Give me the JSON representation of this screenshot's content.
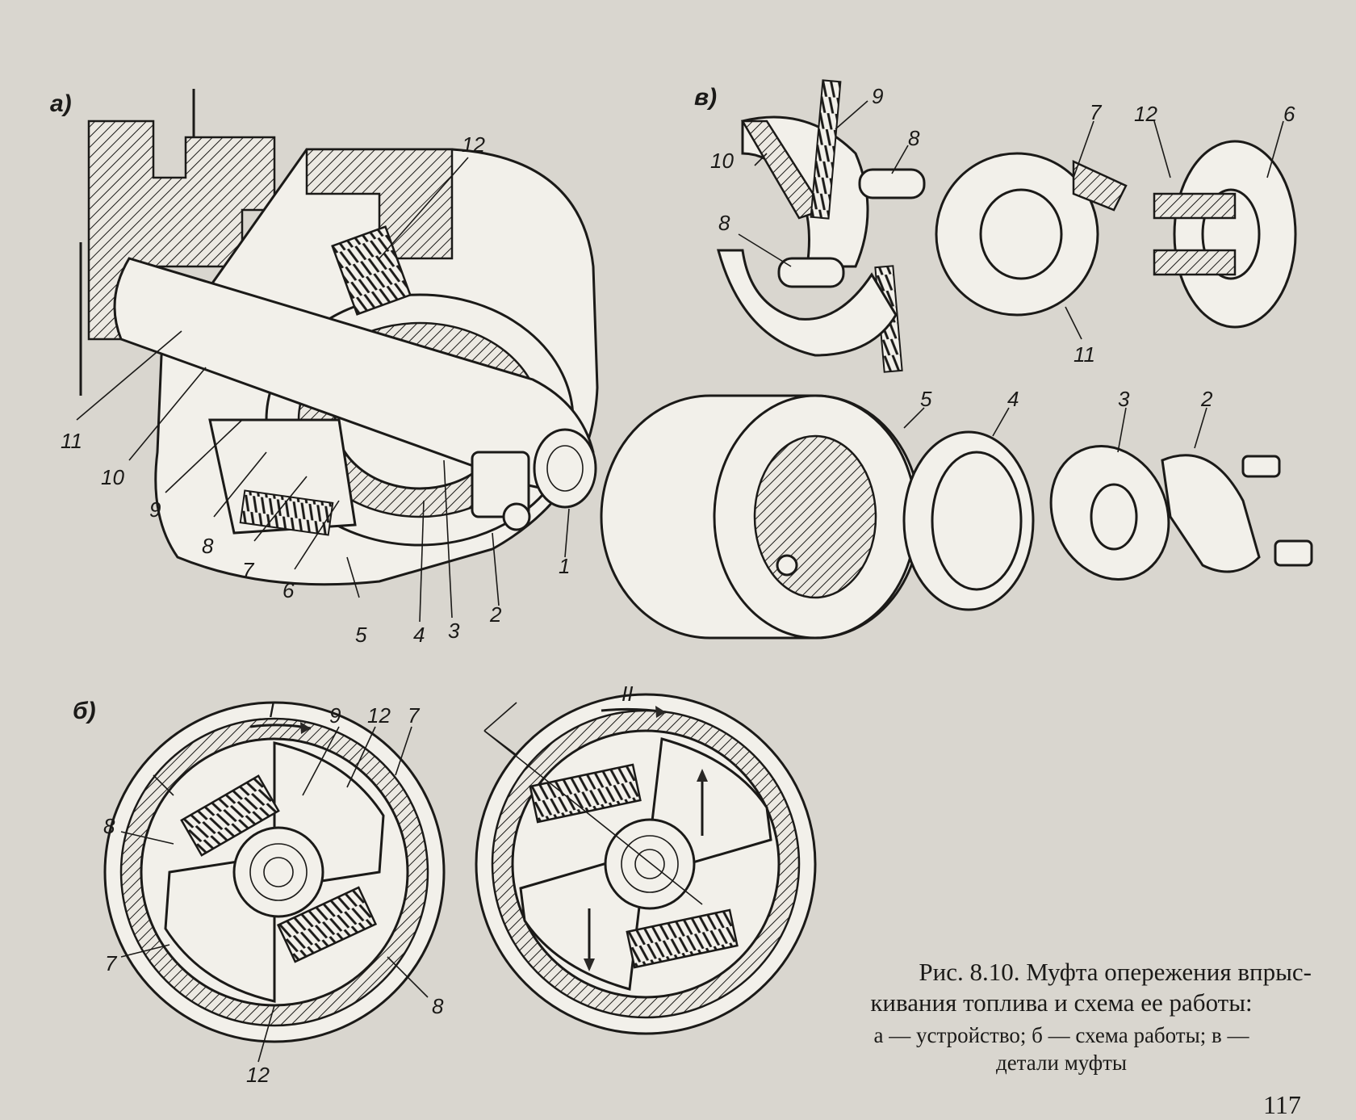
{
  "panels": {
    "a": "а)",
    "b": "б)",
    "v": "в)"
  },
  "part_labels": [
    "1",
    "2",
    "3",
    "4",
    "5",
    "6",
    "7",
    "8",
    "9",
    "10",
    "11",
    "12"
  ],
  "rotation_labels": {
    "one": "I",
    "two": "II"
  },
  "caption": {
    "line1": "Рис. 8.10. Муфта опережения впрыс-",
    "line2": "кивания топлива и схема ее работы:",
    "line3": "а — устройство; б — схема работы; в —",
    "line4": "детали муфты"
  },
  "page_number": "117"
}
